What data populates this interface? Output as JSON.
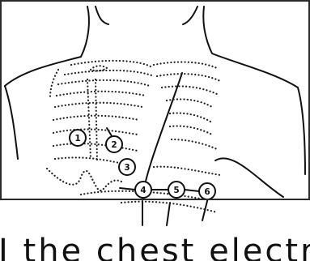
{
  "figure": {
    "markers": [
      {
        "label": "1"
      },
      {
        "label": "2"
      },
      {
        "label": "3"
      },
      {
        "label": "4"
      },
      {
        "label": "5"
      },
      {
        "label": "6"
      }
    ]
  },
  "caption": {
    "partial_text": "I the chest electrode"
  }
}
